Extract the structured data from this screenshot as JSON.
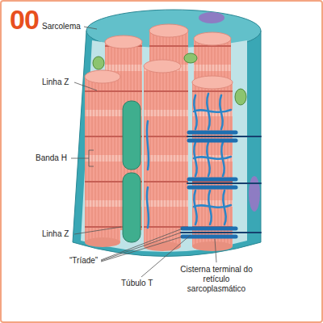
{
  "diagram": {
    "labels": [
      "00",
      "Sarcolema",
      "Linha Z",
      "Banda H",
      "Linha Z",
      "“Tríade”",
      "Túbulo T",
      "Cisterna terminal do retículo sarcoplasmático"
    ]
  }
}
